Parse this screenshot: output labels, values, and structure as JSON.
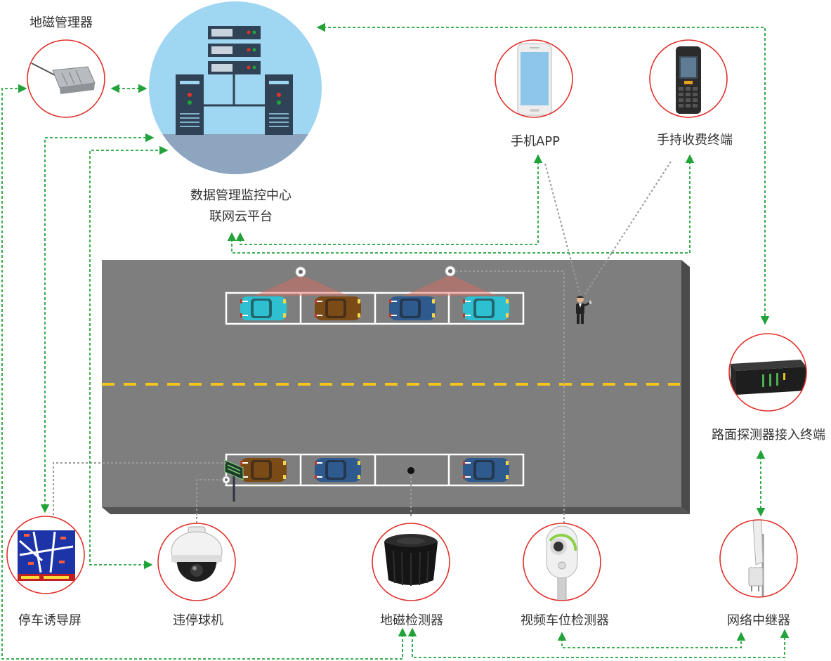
{
  "colors": {
    "ring": "#e0312b",
    "link": "#22a33a",
    "wire": "#9a9a9a",
    "road": "#7e7e7e",
    "cloud_bg": "#9fd6f2",
    "lane_mark": "#f5c51c"
  },
  "nodes": {
    "geomag_manager": {
      "label": "地磁管理器",
      "icon": "gateway-box-icon"
    },
    "data_center": {
      "label_line1": "数据管理监控中心",
      "label_line2": "联网云平台",
      "icon": "server-rack-icon"
    },
    "mobile_app": {
      "label": "手机APP",
      "icon": "smartphone-icon"
    },
    "handheld_terminal": {
      "label": "手持收费终端",
      "icon": "handheld-pos-icon"
    },
    "road_access_terminal": {
      "label": "路面探测器接入终端",
      "icon": "rack-device-icon"
    },
    "guidance_screen": {
      "label": "停车诱导屏",
      "icon": "guidance-map-icon"
    },
    "violation_camera": {
      "label": "违停球机",
      "icon": "dome-camera-icon"
    },
    "geomag_detector": {
      "label": "地磁检测器",
      "icon": "puck-sensor-icon"
    },
    "video_detector": {
      "label": "视频车位检测器",
      "icon": "pole-camera-icon"
    },
    "network_repeater": {
      "label": "网络中继器",
      "icon": "antenna-repeater-icon"
    }
  },
  "parking": {
    "top_row": [
      "cyan",
      "brown",
      "blue",
      "cyan"
    ],
    "bottom_row": [
      "brown",
      "blue",
      "empty",
      "blue"
    ]
  }
}
